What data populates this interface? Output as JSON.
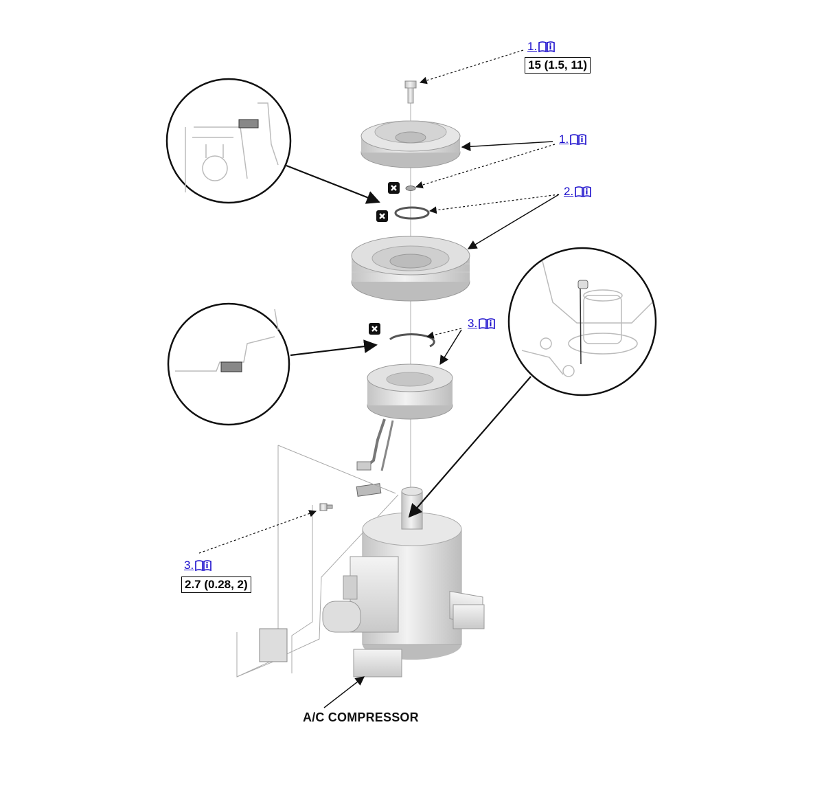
{
  "refs": {
    "r1a": "1.",
    "r1b": "1.",
    "r2": "2.",
    "r3a": "3.",
    "r3b": "3."
  },
  "torques": {
    "top": "15 (1.5, 11)",
    "bottom": "2.7 (0.28, 2)"
  },
  "caption": "A/C COMPRESSOR",
  "icons": {
    "reference": "book-info-icon",
    "replace": "replace-part-x-icon"
  },
  "colors": {
    "link": "#1a0dcc",
    "line": "#111111",
    "part_fill": "#d9d9d9",
    "part_shade": "#bdbdbd"
  }
}
